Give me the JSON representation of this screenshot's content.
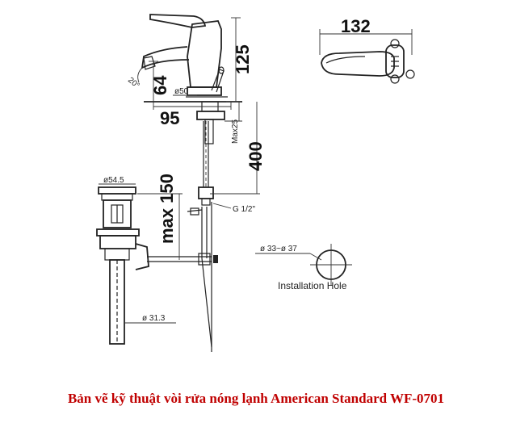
{
  "caption": "Bản vẽ kỹ thuật vòi rửa nóng lạnh American Standard WF-0701",
  "dimensions": {
    "top_width": "132",
    "height_spout": "125",
    "spout_height": "64",
    "reach": "95",
    "hose_length": "400",
    "max_150": "max 150",
    "max25": "Max25",
    "spout_angle": "20°",
    "base_diameter": "ø50",
    "drain_diameter": "ø54.5",
    "thread": "G 1/2\"",
    "tube_diameter": "ø 31.3",
    "hole_range": "ø 33~ø 37"
  },
  "labels": {
    "installation_hole": "Installation Hole"
  }
}
